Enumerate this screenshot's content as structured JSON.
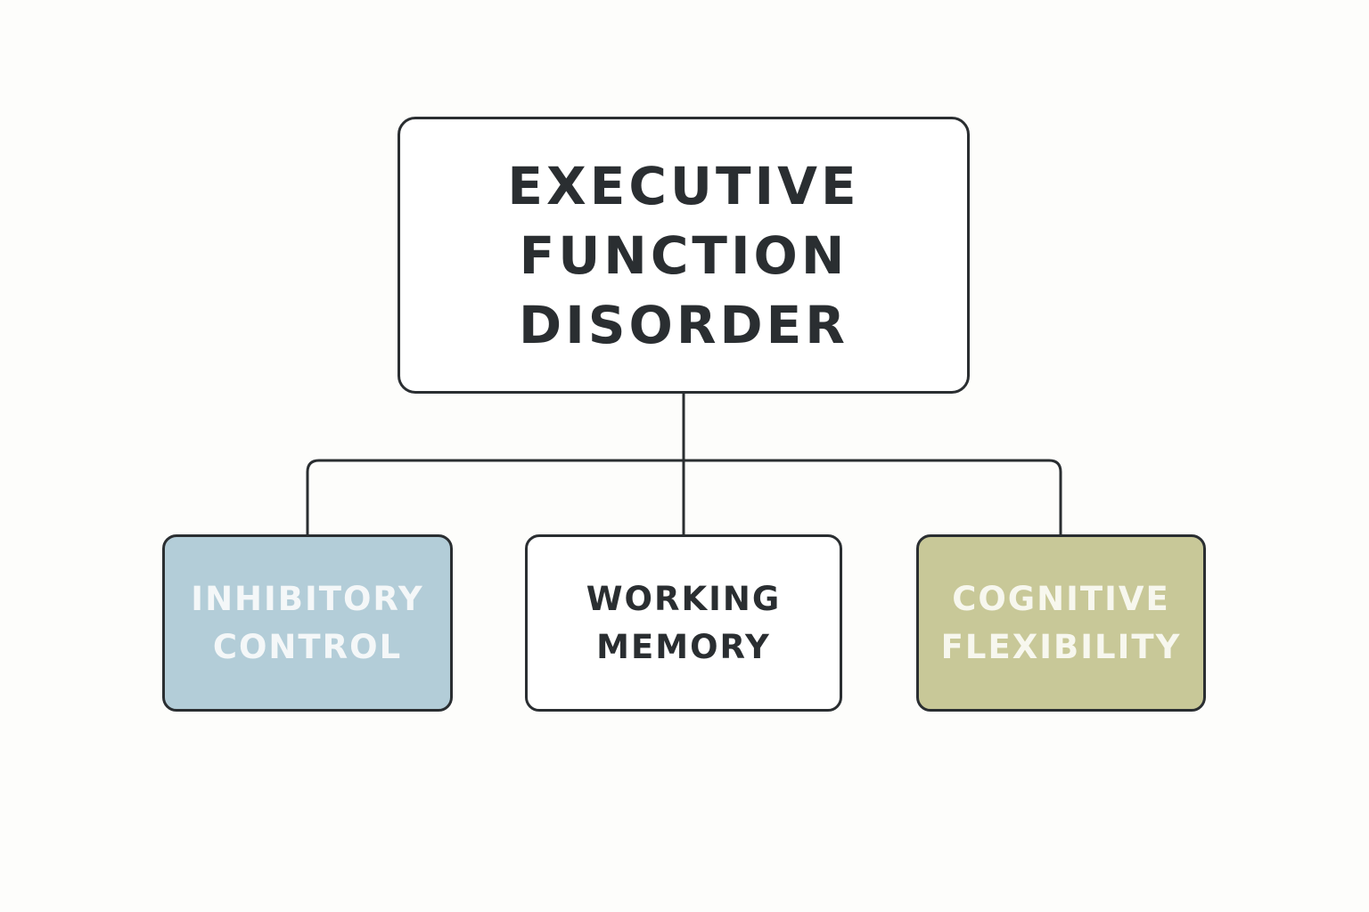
{
  "diagram": {
    "root": {
      "lines": [
        "EXECUTIVE",
        "FUNCTION",
        "DISORDER"
      ]
    },
    "children": [
      {
        "lines": [
          "INHIBITORY",
          "CONTROL"
        ],
        "fill": "#b3cdd8",
        "text_color": "#f4f7f8"
      },
      {
        "lines": [
          "WORKING",
          "MEMORY"
        ],
        "fill": "#ffffff",
        "text_color": "#2a2e31"
      },
      {
        "lines": [
          "COGNITIVE",
          "FLEXIBILITY"
        ],
        "fill": "#c8c898",
        "text_color": "#f7f7ee"
      }
    ],
    "colors": {
      "outline": "#2a2e31",
      "background": "#fdfdfb"
    }
  }
}
